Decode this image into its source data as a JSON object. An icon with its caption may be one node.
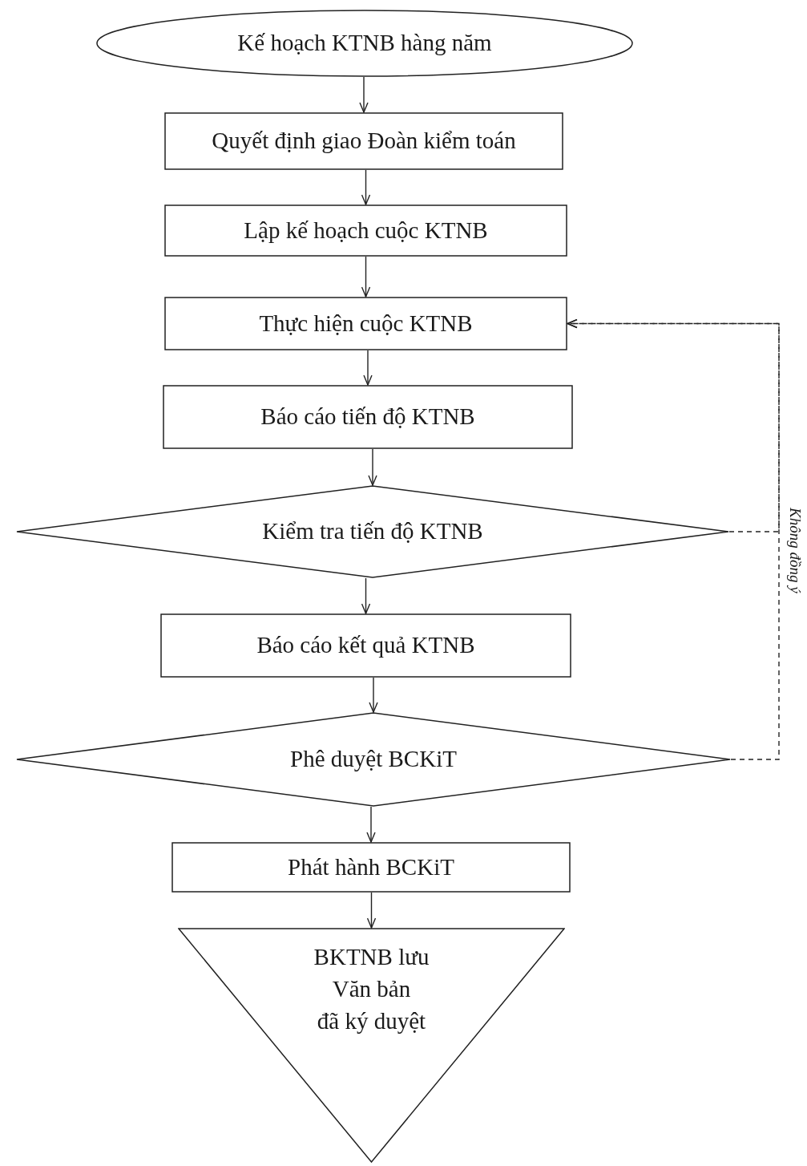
{
  "diagram": {
    "nodes": [
      {
        "text": [
          "Kế hoạch KTNB hàng năm"
        ]
      },
      {
        "text": [
          "Quyết định giao Đoàn kiểm toán"
        ]
      },
      {
        "text": [
          "Lập kế hoạch cuộc KTNB"
        ]
      },
      {
        "text": [
          "Thực hiện cuộc KTNB"
        ]
      },
      {
        "text": [
          "Báo cáo tiến độ KTNB"
        ]
      },
      {
        "text": [
          "Kiểm tra tiến độ KTNB"
        ]
      },
      {
        "text": [
          "Báo cáo kết quả KTNB"
        ]
      },
      {
        "text": [
          "Phê duyệt BCKiT"
        ]
      },
      {
        "text": [
          "Phát hành BCKiT"
        ]
      },
      {
        "text": [
          "BKTNB lưu",
          "Văn bản",
          "đã ký duyệt"
        ]
      }
    ],
    "edges": [
      {
        "from": 0,
        "to": 1,
        "arrow": "to"
      },
      {
        "from": 1,
        "to": 2,
        "arrow": "to"
      },
      {
        "from": 2,
        "to": 3,
        "arrow": "to"
      },
      {
        "from": 3,
        "to": 4,
        "arrow": "to"
      },
      {
        "from": 4,
        "to": 5,
        "arrow": "to"
      },
      {
        "from": 5,
        "to": 6,
        "arrow": "to"
      },
      {
        "from": 6,
        "to": 7,
        "arrow": "to"
      },
      {
        "from": 7,
        "to": 8,
        "arrow": "to"
      },
      {
        "from": 8,
        "to": 9,
        "arrow": "to"
      },
      {
        "from": 5,
        "to": 3,
        "arrow": "to",
        "style": "dashed",
        "label": "Không đồng ý"
      },
      {
        "from": 7,
        "to": 3,
        "arrow": "to",
        "style": "dashed"
      }
    ]
  }
}
